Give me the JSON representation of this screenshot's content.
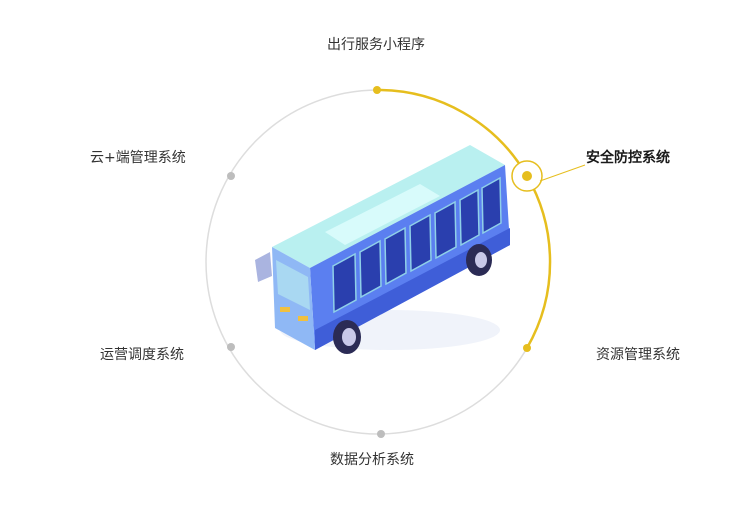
{
  "diagram": {
    "center_illustration": "bus-illustration",
    "accent_color": "#E6BE1E",
    "ring_color": "#DDDDDD",
    "modules": [
      {
        "id": "top",
        "label": "出行服务小程序",
        "active": false
      },
      {
        "id": "left-top",
        "label": "云+端管理系统",
        "active": false
      },
      {
        "id": "right-top",
        "label": "安全防控系统",
        "active": true
      },
      {
        "id": "left-bot",
        "label": "运营调度系统",
        "active": false
      },
      {
        "id": "right-bot",
        "label": "资源管理系统",
        "active": false
      },
      {
        "id": "bottom",
        "label": "数据分析系统",
        "active": false
      }
    ]
  }
}
